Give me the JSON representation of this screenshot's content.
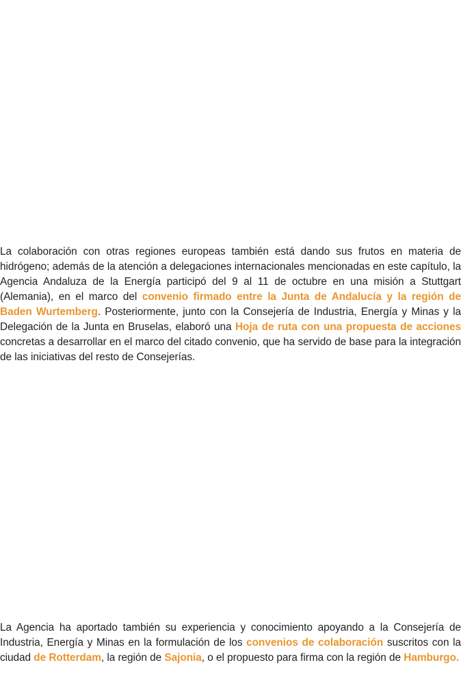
{
  "colors": {
    "text": "#1f1f1f",
    "highlight": "#e8962f",
    "background": "#ffffff"
  },
  "paragraph_1": {
    "t1": "La colaboración con otras regiones europeas también está dando sus frutos en materia de hidrógeno; además de la atención a delegaciones internacionales mencionadas en este capítulo, la Agencia Andaluza de la Energía participó del 9 al 11 de octubre en una misión a Stuttgart (Alemania), en el marco del ",
    "h1": "convenio firmado entre la Junta de Andalucía y la región de Baden Wurtemberg",
    "t2": ". Posteriormente, junto con la Consejería de Industria, Energía y Minas y la Delegación de la Junta en Bruselas, elaboró una ",
    "h2": "Hoja de ruta con una propuesta de acciones",
    "t3": " concretas a desarrollar en el marco del citado convenio, que ha servido de base para la integración de las iniciativas del resto de Consejerías."
  },
  "paragraph_2": {
    "t1": "La Agencia ha aportado también su experiencia y conocimiento apoyando a la Consejería de Industria, Energía y Minas en la formulación de los ",
    "h1": "convenios de colaboración",
    "t2": " suscritos con la ciudad ",
    "h2": "de Rotterdam",
    "t3": ", la región de ",
    "h3": "Sajonia",
    "t4": ", o el propuesto para firma con la región de ",
    "h4": "Hamburgo."
  }
}
